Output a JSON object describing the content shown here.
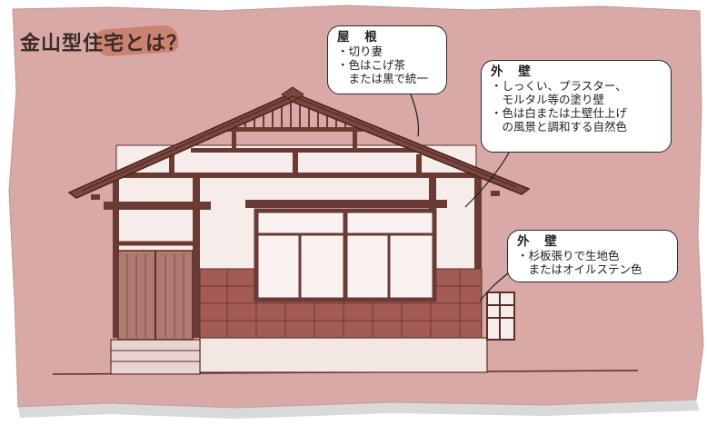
{
  "title": "金山型住宅とは？",
  "colors": {
    "paper": "#d8a9a6",
    "brush": "#c97b66",
    "ink": "#5a2e2a",
    "brick": "#a45a55"
  },
  "callouts": {
    "roof": {
      "heading": "屋 根",
      "lines": [
        "・切り妻",
        "・色はこげ茶",
        "　または黒で統一"
      ]
    },
    "wall_upper": {
      "heading": "外 壁",
      "lines": [
        "・しっくい、プラスター、",
        "　モルタル等の塗り壁",
        "・色は白または土壁仕上げ",
        "　の風景と調和する自然色"
      ]
    },
    "wall_lower": {
      "heading": "外 壁",
      "lines": [
        "・杉板張りで生地色",
        "　またはオイルステン色"
      ]
    }
  }
}
